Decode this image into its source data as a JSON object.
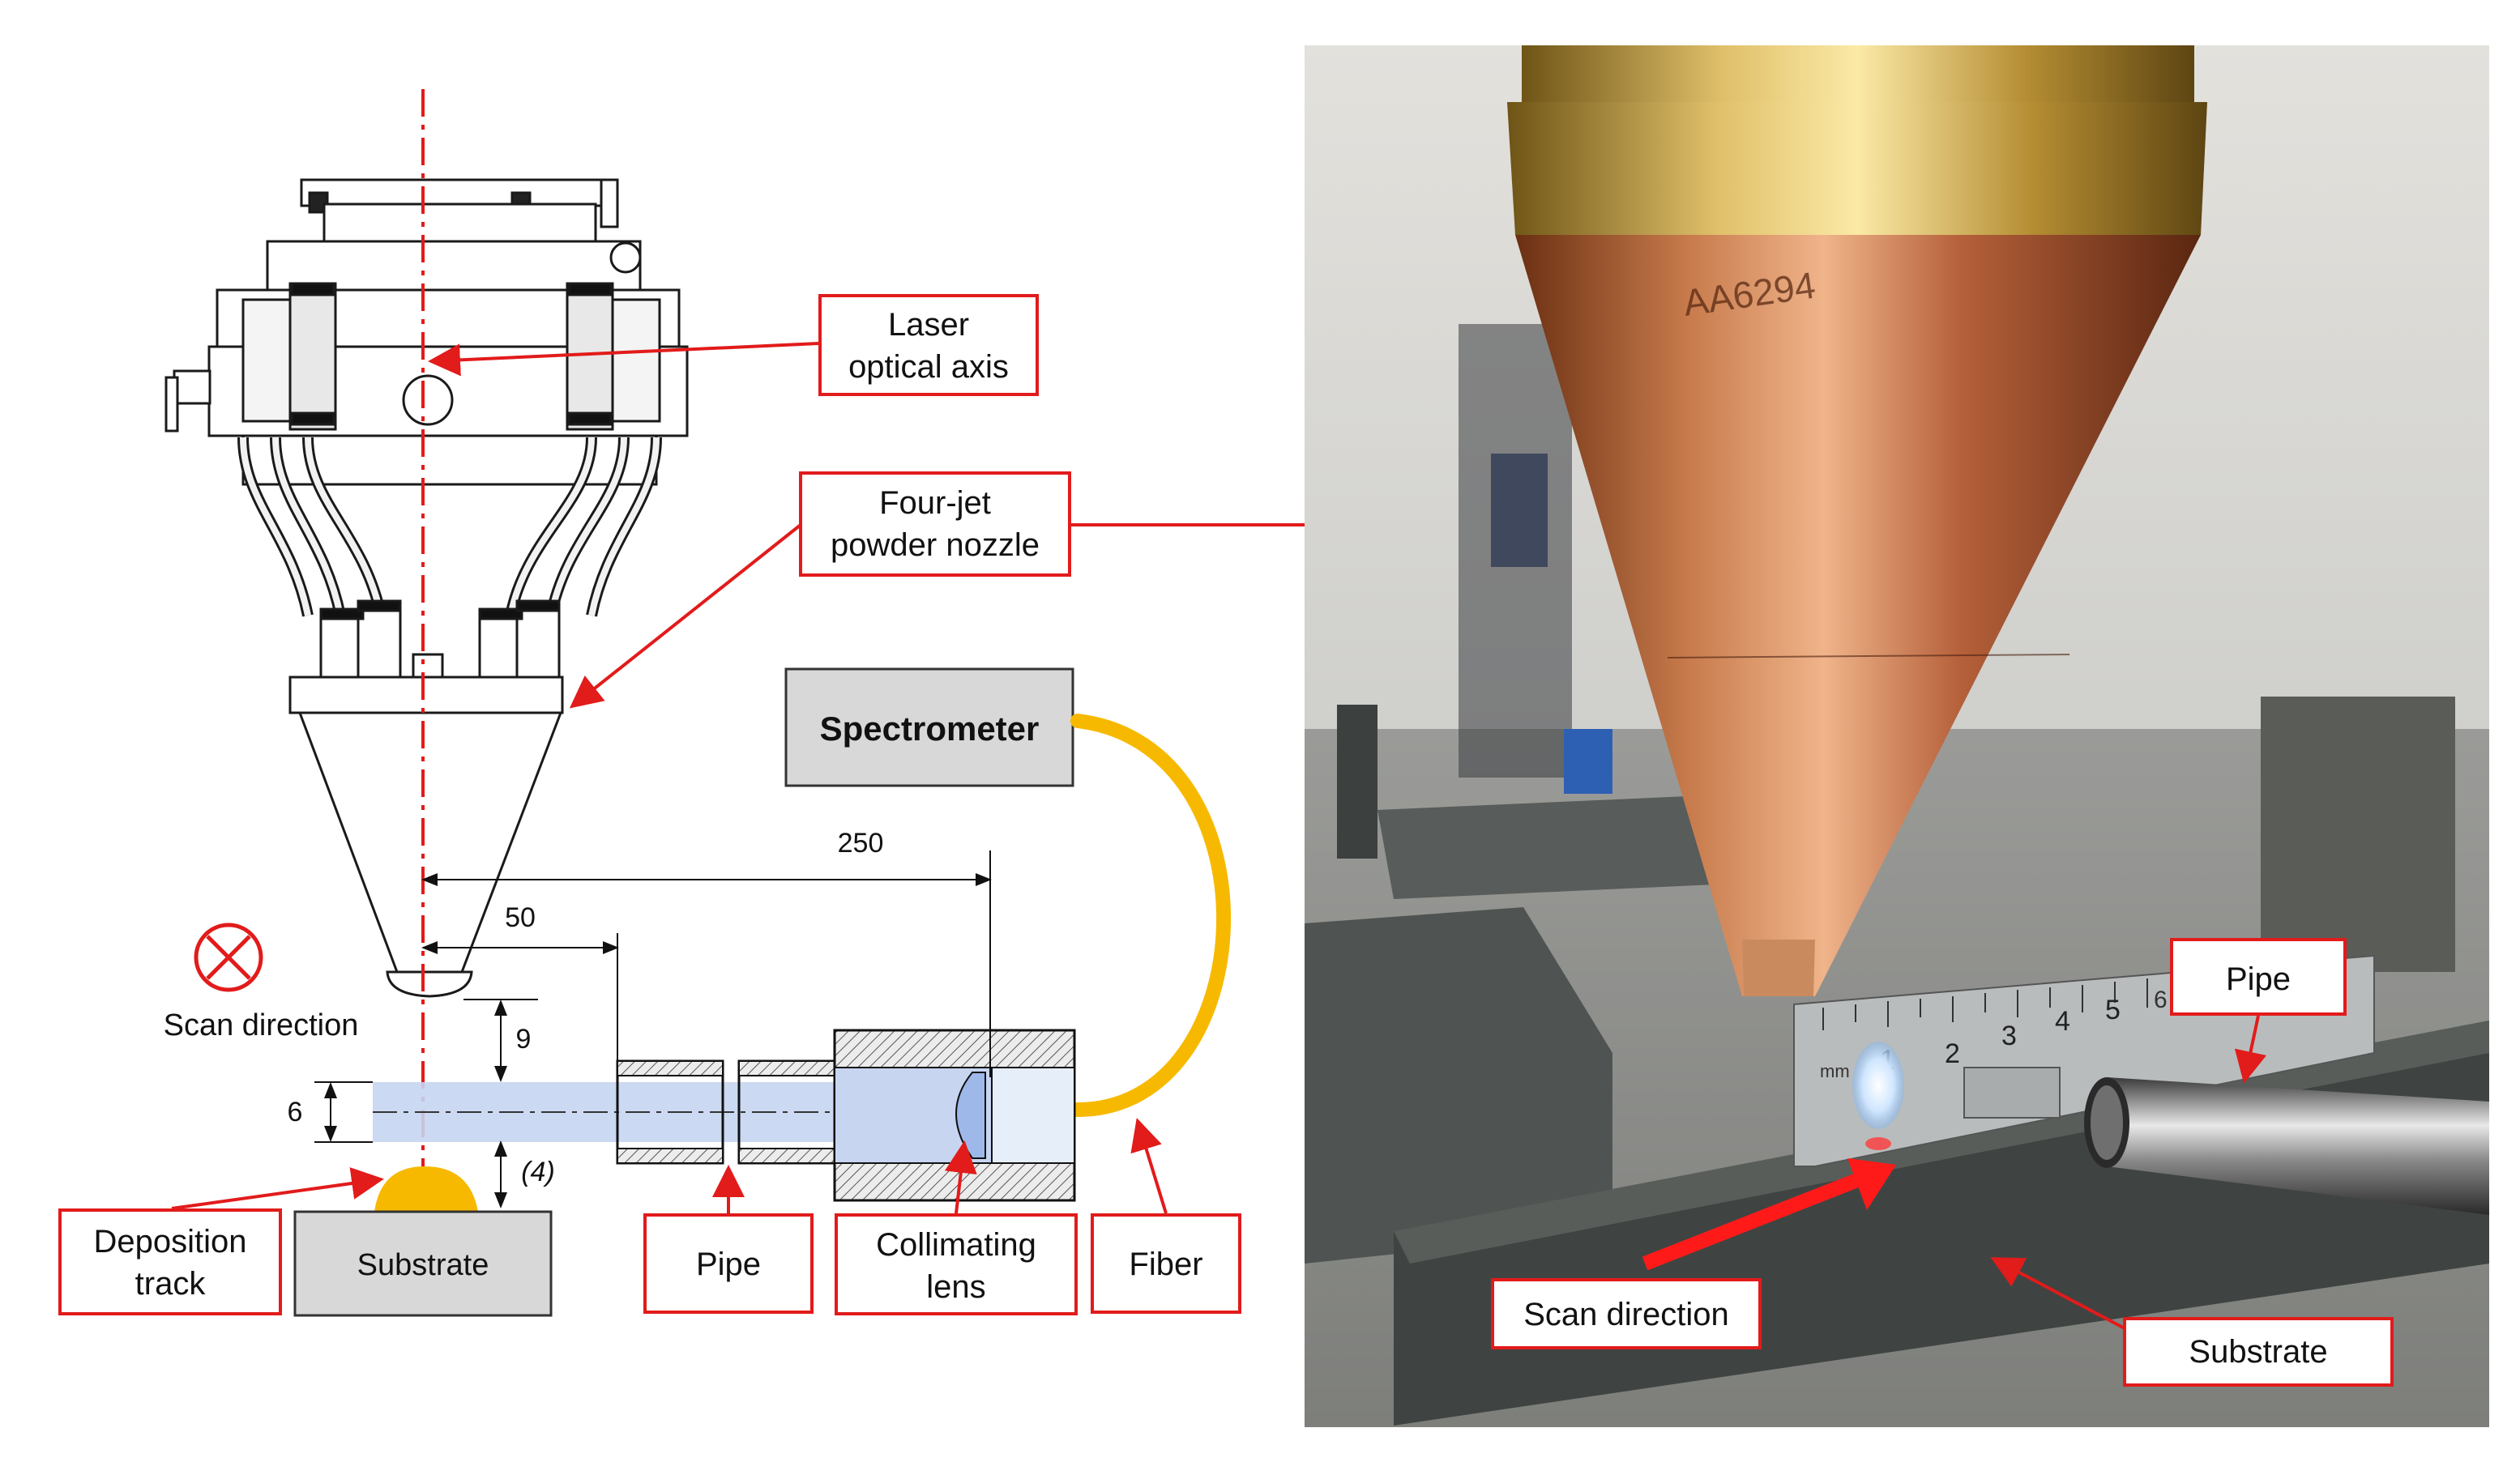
{
  "colors": {
    "callout_red": "#e21b1b",
    "fiber_orange": "#f7b900",
    "beam_blue": "#c7d5f1",
    "lens_blue": "#9fb8ea",
    "box_gray": "#d8d8d8",
    "copper": "#b8683a",
    "brass": "#c9a23a",
    "steel": "#4a4f52"
  },
  "left": {
    "callouts": {
      "laser_axis": [
        "Laser",
        "optical axis"
      ],
      "nozzle": [
        "Four-jet",
        "powder nozzle"
      ],
      "deposition": [
        "Deposition",
        "track"
      ],
      "substrate": "Substrate",
      "pipe": "Pipe",
      "collimating": [
        "Collimating",
        "lens"
      ],
      "fiber": "Fiber"
    },
    "spectrometer": "Spectrometer",
    "scan_direction": "Scan direction",
    "dimensions": {
      "d250": "250",
      "d50": "50",
      "d9": "9",
      "d6": "6",
      "d4": "(4)"
    }
  },
  "right": {
    "engraving": "AA6294",
    "ruler_numbers": [
      "1",
      "2",
      "3",
      "4",
      "5",
      "6"
    ],
    "ruler_unit": "mm",
    "labels": {
      "pipe": "Pipe",
      "scan_direction": "Scan direction",
      "substrate": "Substrate"
    }
  }
}
